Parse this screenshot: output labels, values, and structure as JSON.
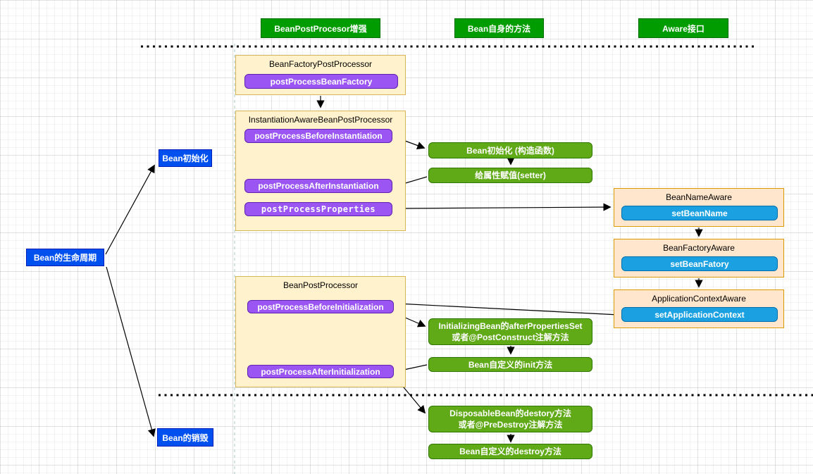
{
  "colors": {
    "header_green": "#009c00",
    "flow_green": "#60a917",
    "purple_button": "#9a55f3",
    "blue_button": "#1ba1e2",
    "royal_blue_node": "#0050ef",
    "yellow_container": "#fff2cc",
    "orange_container": "#ffe6cc"
  },
  "headers": {
    "post_processor": "BeanPostProcesor增强",
    "bean_methods": "Bean自身的方法",
    "aware": "Aware接口"
  },
  "lifecycle": {
    "root": "Bean的生命周期",
    "init": "Bean初始化",
    "destroy": "Bean的销毁"
  },
  "processors": {
    "bean_factory_post_processor": {
      "title": "BeanFactoryPostProcessor",
      "post_process_bean_factory": "postProcessBeanFactory"
    },
    "instantiation_aware": {
      "title": "InstantiationAwareBeanPostProcessor",
      "before_instantiation": "postProcessBeforeInstantiation",
      "after_instantiation": "postProcessAfterInstantiation",
      "post_process_properties": "postProcessProperties"
    },
    "bean_post_processor": {
      "title": "BeanPostProcessor",
      "before_initialization": "postProcessBeforeInitialization",
      "after_initialization": "postProcessAfterInitialization"
    }
  },
  "aware": {
    "bean_name": {
      "title": "BeanNameAware",
      "method": "setBeanName"
    },
    "bean_factory": {
      "title": "BeanFactoryAware",
      "method": "setBeanFatory"
    },
    "application_context": {
      "title": "ApplicationContextAware",
      "method": "setApplicationContext"
    }
  },
  "flow": {
    "construct": "Bean初始化 (构造函数)",
    "setter": "给属性赋值(setter)",
    "after_properties_line1": "InitializingBean的afterPropertiesSet",
    "after_properties_line2": "或者@PostConstruct注解方法",
    "custom_init": "Bean自定义的init方法",
    "disposable_line1": "DisposableBean的destory方法",
    "disposable_line2": "或者@PreDestroy注解方法",
    "custom_destroy": "Bean自定义的destroy方法"
  }
}
